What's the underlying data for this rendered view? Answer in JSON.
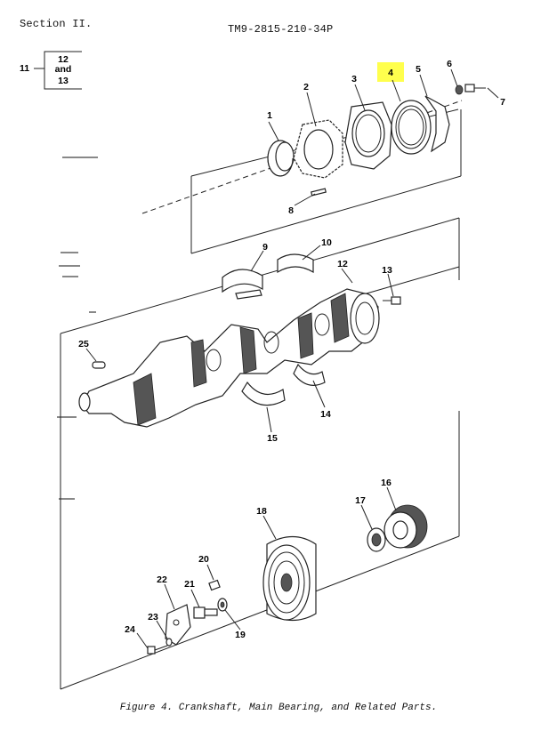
{
  "header": {
    "section": "Section II.",
    "doc_number": "TM9-2815-210-34P"
  },
  "figure_ref": {
    "left_number": "11",
    "box_line1": "12",
    "box_line2": "and",
    "box_line3": "13"
  },
  "callouts": [
    "1",
    "2",
    "3",
    "4",
    "5",
    "6",
    "7",
    "8",
    "9",
    "10",
    "11",
    "12",
    "13",
    "14",
    "15",
    "16",
    "17",
    "18",
    "19",
    "20",
    "21",
    "22",
    "23",
    "24",
    "25"
  ],
  "highlighted_callout": "4",
  "highlight_color": "#ffff4d",
  "caption": "Figure 4. Crankshaft, Main Bearing, and Related Parts."
}
